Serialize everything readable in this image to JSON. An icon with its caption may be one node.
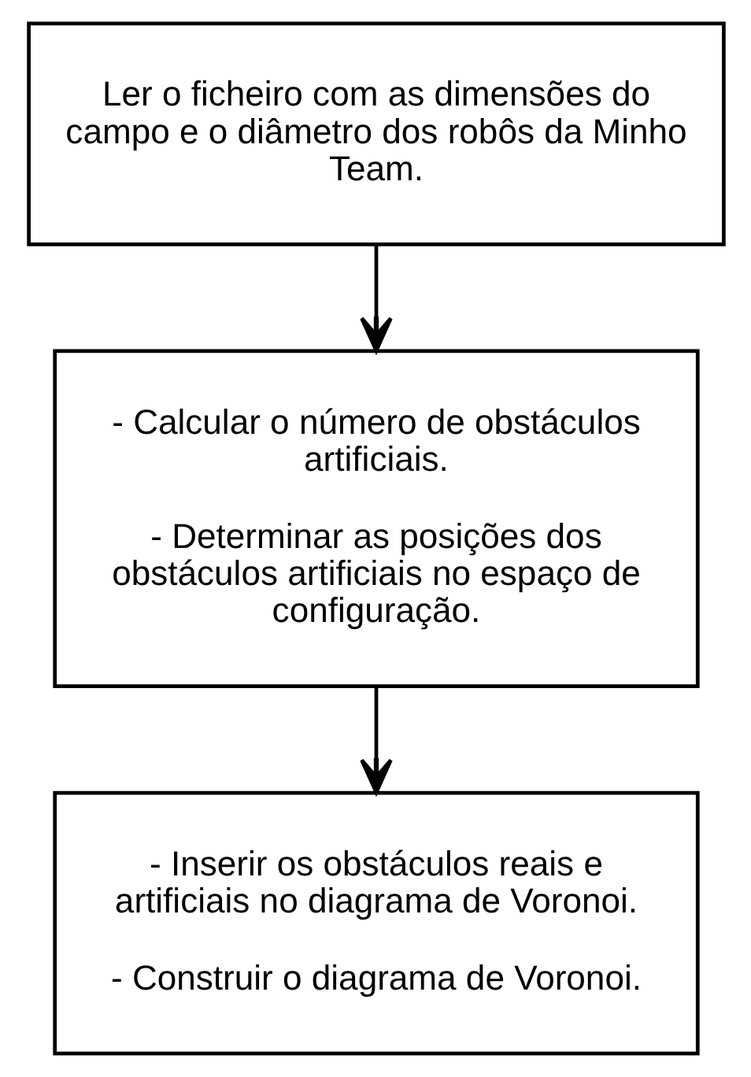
{
  "diagram": {
    "nodes": [
      {
        "text": [
          "Ler o ficheiro com as dimensões do campo e o diâmetro dos robôs da Minho Team."
        ]
      },
      {
        "text": [
          "- Calcular o número de obstáculos artificiais.",
          "- Determinar as posições dos obstáculos artificiais no espaço de configuração."
        ]
      },
      {
        "text": [
          "- Inserir os obstáculos reais e artificiais no diagrama de Voronoi.",
          "- Construir o diagrama de Voronoi."
        ]
      }
    ],
    "edges": [
      {
        "from": 0,
        "to": 1,
        "arrow": "to"
      },
      {
        "from": 1,
        "to": 2,
        "arrow": "to"
      }
    ]
  }
}
